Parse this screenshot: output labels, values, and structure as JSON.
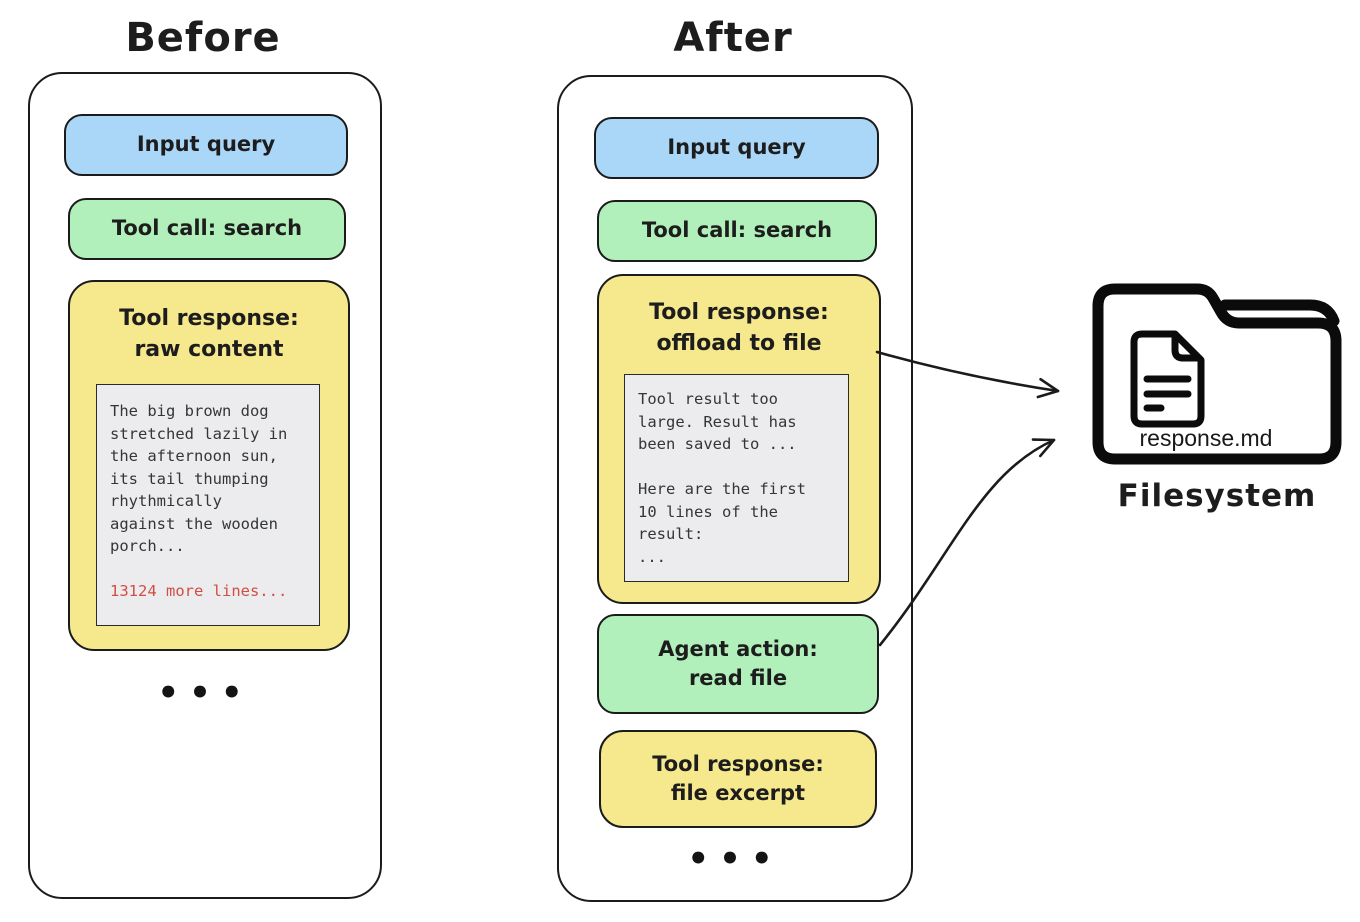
{
  "before": {
    "title": "Before",
    "input_query": "Input query",
    "tool_call": "Tool call: search",
    "tool_response": {
      "title": "Tool response:\nraw content",
      "body": "The big brown dog\nstretched lazily in\nthe afternoon sun,\nits tail thumping\nrhythmically\nagainst the wooden\nporch...",
      "more": "13124 more lines..."
    },
    "ellipsis": "•••"
  },
  "after": {
    "title": "After",
    "input_query": "Input query",
    "tool_call": "Tool call: search",
    "tool_response_offload": {
      "title": "Tool response:\noffload to file",
      "body": "Tool result too\nlarge. Result has\nbeen saved to ...\n\nHere are the first\n10 lines of the\nresult:\n..."
    },
    "agent_action": "Agent action:\nread file",
    "tool_response_excerpt": "Tool response:\nfile excerpt",
    "ellipsis": "•••"
  },
  "filesystem": {
    "file_name": "response.md",
    "label": "Filesystem"
  },
  "icons": [
    "folder-icon",
    "document-icon",
    "arrow-offload-to-file",
    "arrow-read-file"
  ],
  "colors": {
    "blue": "#aad6f7",
    "green": "#b2f0bb",
    "yellow": "#f6e88d",
    "code_bg": "#ececee",
    "red": "#cf4f44",
    "ink": "#1d1d1d"
  }
}
